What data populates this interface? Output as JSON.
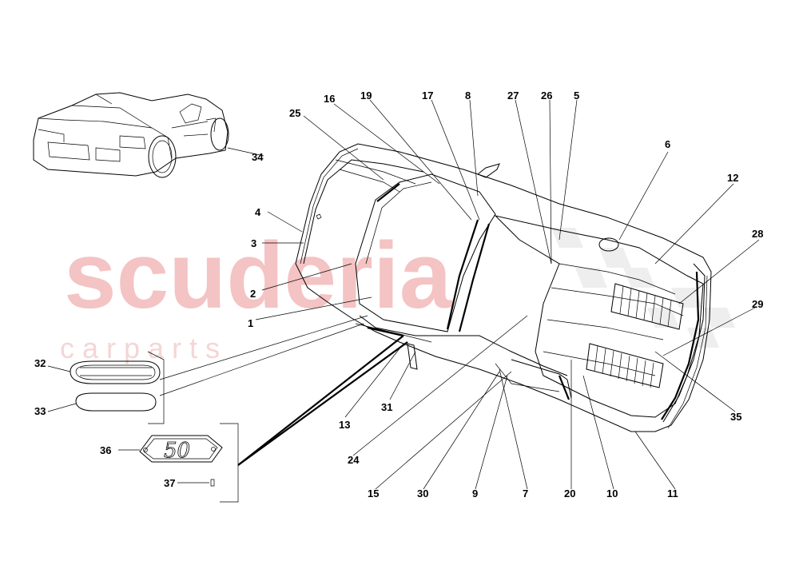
{
  "watermark": {
    "brand": "scuderia",
    "sub": "c a r p a r t s",
    "color": "#f4c3c3"
  },
  "callouts": {
    "l1": "1",
    "l2": "2",
    "l3": "3",
    "l4": "4",
    "l5": "5",
    "l6": "6",
    "l7": "7",
    "l8": "8",
    "l9": "9",
    "l10": "10",
    "l11": "11",
    "l12": "12",
    "l13": "13",
    "l15": "15",
    "l16": "16",
    "l17": "17",
    "l19": "19",
    "l20": "20",
    "l24": "24",
    "l25": "25",
    "l26": "26",
    "l27": "27",
    "l28": "28",
    "l29": "29",
    "l30": "30",
    "l31": "31",
    "l32": "32",
    "l33": "33",
    "l34": "34",
    "l35": "35",
    "l36": "36",
    "l37": "37"
  },
  "badge": {
    "text": "50"
  }
}
